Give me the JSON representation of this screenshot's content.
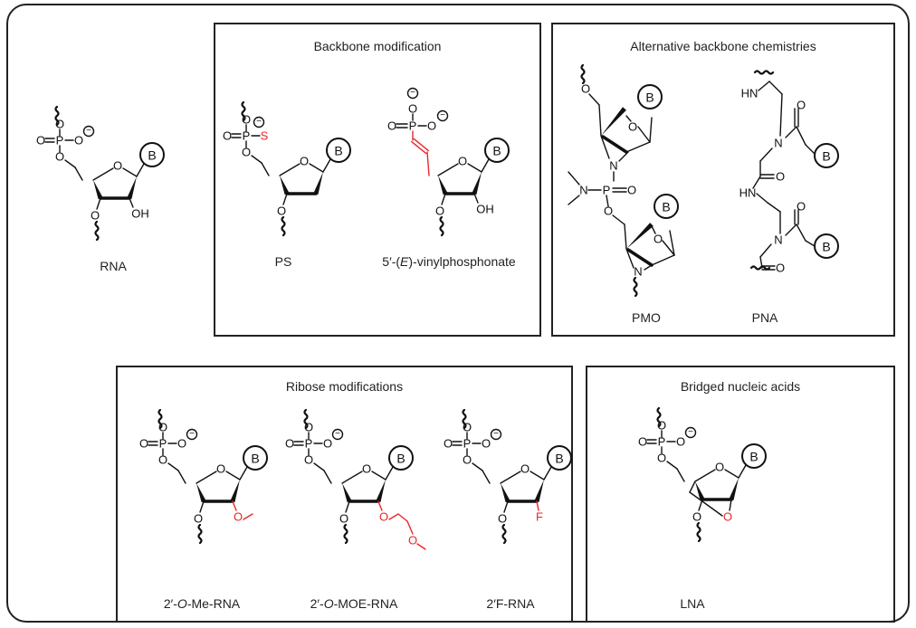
{
  "panels": {
    "backbone": {
      "title": "Backbone modification"
    },
    "alternative": {
      "title": "Alternative backbone chemistries"
    },
    "ribose": {
      "title": "Ribose modifications"
    },
    "bridged": {
      "title": "Bridged nucleic acids"
    }
  },
  "molecules": {
    "rna": {
      "label": "RNA"
    },
    "ps": {
      "label": "PS"
    },
    "vp": {
      "label_pre": "5′-(",
      "label_italic": "E",
      "label_post": ")-vinylphosphonate"
    },
    "pmo": {
      "label": "PMO"
    },
    "pna": {
      "label": "PNA"
    },
    "ome": {
      "label_pre": "2′-",
      "label_italic": "O",
      "label_post": "-Me-RNA"
    },
    "moe": {
      "label_pre": "2′-",
      "label_italic": "O",
      "label_post": "-MOE-RNA"
    },
    "f": {
      "label": "2′F-RNA"
    },
    "lna": {
      "label": "LNA"
    }
  },
  "atoms": {
    "oxygen": "O",
    "phosphorus": "P",
    "sulfur": "S",
    "fluorine": "F",
    "nitrogen": "N",
    "hydroxyl": "OH",
    "amine": "HN",
    "base": "B",
    "charge": "−"
  },
  "colors": {
    "line": "#111111",
    "modification": "#e8262b",
    "border": "#222222"
  }
}
